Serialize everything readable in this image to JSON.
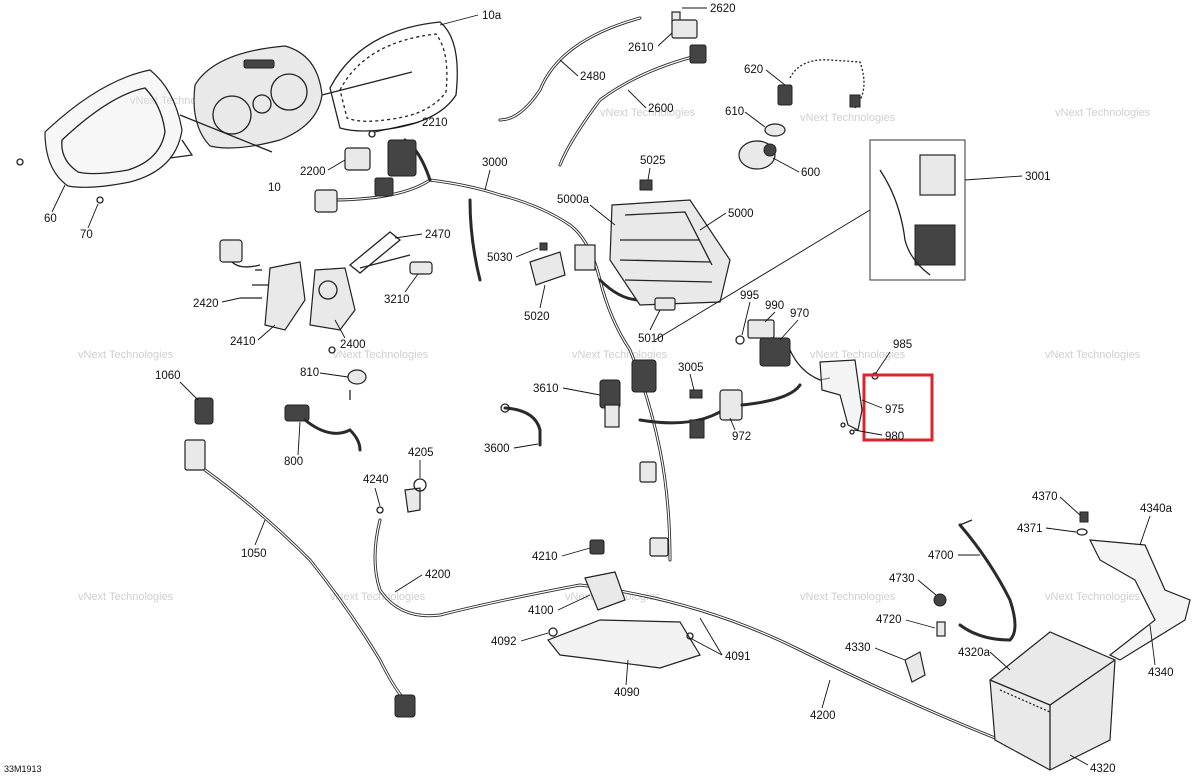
{
  "figure_code": "33M1913",
  "watermark": {
    "line1": "vNext",
    "line2": "Technologies",
    "full": "vNext Technologies"
  },
  "highlight_color": "#d9262c",
  "callouts": [
    {
      "id": "10a",
      "text": "10a"
    },
    {
      "id": "2620",
      "text": "2620"
    },
    {
      "id": "2610",
      "text": "2610"
    },
    {
      "id": "620",
      "text": "620"
    },
    {
      "id": "2480",
      "text": "2480"
    },
    {
      "id": "2600",
      "text": "2600"
    },
    {
      "id": "610",
      "text": "610"
    },
    {
      "id": "2210",
      "text": "2210"
    },
    {
      "id": "3000",
      "text": "3000"
    },
    {
      "id": "5025",
      "text": "5025"
    },
    {
      "id": "600",
      "text": "600"
    },
    {
      "id": "3001",
      "text": "3001"
    },
    {
      "id": "2200",
      "text": "2200"
    },
    {
      "id": "10",
      "text": "10"
    },
    {
      "id": "5000a",
      "text": "5000a"
    },
    {
      "id": "5000",
      "text": "5000"
    },
    {
      "id": "60",
      "text": "60"
    },
    {
      "id": "70",
      "text": "70"
    },
    {
      "id": "2470",
      "text": "2470"
    },
    {
      "id": "5030",
      "text": "5030"
    },
    {
      "id": "995",
      "text": "995"
    },
    {
      "id": "990",
      "text": "990"
    },
    {
      "id": "970",
      "text": "970"
    },
    {
      "id": "2420",
      "text": "2420"
    },
    {
      "id": "3210",
      "text": "3210"
    },
    {
      "id": "5020",
      "text": "5020"
    },
    {
      "id": "5010",
      "text": "5010"
    },
    {
      "id": "2410",
      "text": "2410"
    },
    {
      "id": "2400",
      "text": "2400"
    },
    {
      "id": "985",
      "text": "985"
    },
    {
      "id": "1060",
      "text": "1060"
    },
    {
      "id": "810",
      "text": "810"
    },
    {
      "id": "3005",
      "text": "3005"
    },
    {
      "id": "3610",
      "text": "3610"
    },
    {
      "id": "975",
      "text": "975"
    },
    {
      "id": "972",
      "text": "972"
    },
    {
      "id": "980",
      "text": "980"
    },
    {
      "id": "3600",
      "text": "3600"
    },
    {
      "id": "800",
      "text": "800"
    },
    {
      "id": "4205",
      "text": "4205"
    },
    {
      "id": "4240",
      "text": "4240"
    },
    {
      "id": "4370",
      "text": "4370"
    },
    {
      "id": "4340a",
      "text": "4340a"
    },
    {
      "id": "4371",
      "text": "4371"
    },
    {
      "id": "1050",
      "text": "1050"
    },
    {
      "id": "4210",
      "text": "4210"
    },
    {
      "id": "4700",
      "text": "4700"
    },
    {
      "id": "4200a",
      "text": "4200"
    },
    {
      "id": "4730",
      "text": "4730"
    },
    {
      "id": "4100",
      "text": "4100"
    },
    {
      "id": "4720",
      "text": "4720"
    },
    {
      "id": "4092",
      "text": "4092"
    },
    {
      "id": "4091",
      "text": "4091"
    },
    {
      "id": "4330",
      "text": "4330"
    },
    {
      "id": "4320a",
      "text": "4320a"
    },
    {
      "id": "4340",
      "text": "4340"
    },
    {
      "id": "4090",
      "text": "4090"
    },
    {
      "id": "4200b",
      "text": "4200"
    },
    {
      "id": "4320",
      "text": "4320"
    }
  ]
}
